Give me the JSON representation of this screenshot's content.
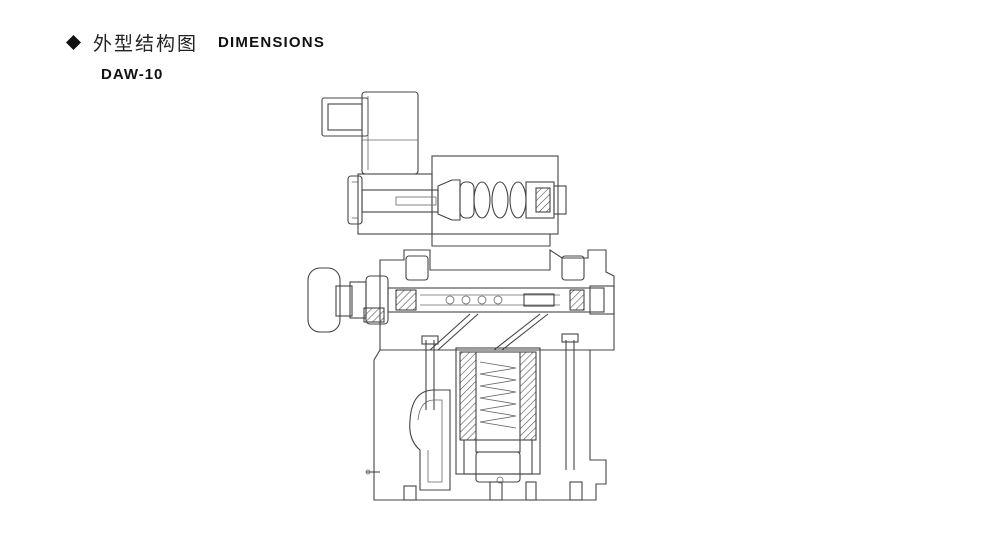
{
  "header": {
    "bullet_icon": "diamond-bullet-icon",
    "title_cn": "外型结构图",
    "title_en": "DIMENSIONS"
  },
  "model": {
    "label": "DAW-10"
  },
  "drawing": {
    "subject": "valve-cross-section",
    "line_color": "#444444"
  }
}
